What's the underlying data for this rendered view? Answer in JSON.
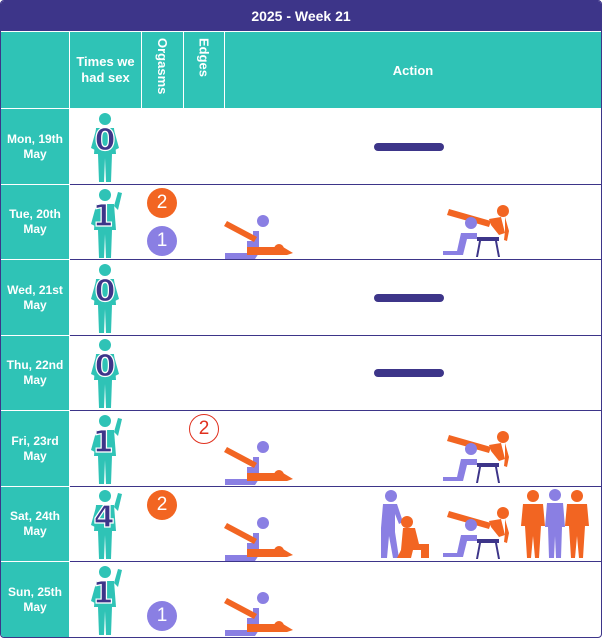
{
  "title": "2025 - Week 21",
  "headers": {
    "times": "Times we had sex",
    "orgasms": "Orgasms",
    "edges": "Edges",
    "action": "Action"
  },
  "colors": {
    "navy": "#3d3589",
    "teal": "#2fc3b6",
    "orange": "#f26522",
    "purple": "#8a7fe3",
    "red_outline": "#e0301e"
  },
  "days": [
    {
      "label": "Mon, 19th May",
      "times": "0",
      "orgasms_orange": "",
      "orgasms_purple": "",
      "edges": "",
      "action": [
        "none"
      ]
    },
    {
      "label": "Tue, 20th May",
      "times": "1",
      "orgasms_orange": "2",
      "orgasms_purple": "1",
      "edges": "",
      "action": [
        "pose-a",
        "pose-chair"
      ]
    },
    {
      "label": "Wed, 21st May",
      "times": "0",
      "orgasms_orange": "",
      "orgasms_purple": "",
      "edges": "",
      "action": [
        "none"
      ]
    },
    {
      "label": "Thu, 22nd May",
      "times": "0",
      "orgasms_orange": "",
      "orgasms_purple": "",
      "edges": "",
      "action": [
        "none"
      ]
    },
    {
      "label": "Fri, 23rd May",
      "times": "1",
      "orgasms_orange": "",
      "orgasms_purple": "",
      "edges": "2",
      "action": [
        "pose-a",
        "pose-chair"
      ]
    },
    {
      "label": "Sat, 24th May",
      "times": "4",
      "orgasms_orange": "2",
      "orgasms_purple": "",
      "edges": "",
      "action": [
        "pose-a",
        "pose-kneel",
        "pose-chair",
        "group-three"
      ]
    },
    {
      "label": "Sun, 25th May",
      "times": "1",
      "orgasms_orange": "",
      "orgasms_purple": "1",
      "edges": "",
      "action": [
        "pose-a"
      ]
    }
  ]
}
